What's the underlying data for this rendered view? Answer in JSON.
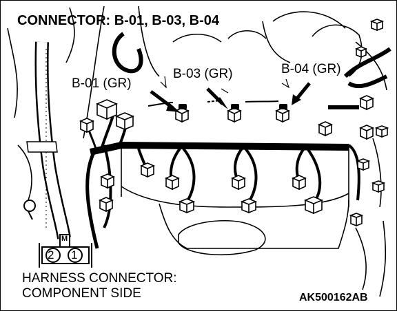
{
  "title": "CONNECTOR: B-01, B-03, B-04",
  "callouts": {
    "b01": "B-01 (GR)",
    "b03": "B-03 (GR)",
    "b04": "B-04 (GR)"
  },
  "connector_symbol": {
    "marker": "M",
    "pins": [
      "2",
      "1"
    ]
  },
  "caption": {
    "line1": "HARNESS CONNECTOR:",
    "line2": "COMPONENT SIDE"
  },
  "figure_id": "AK500162AB"
}
